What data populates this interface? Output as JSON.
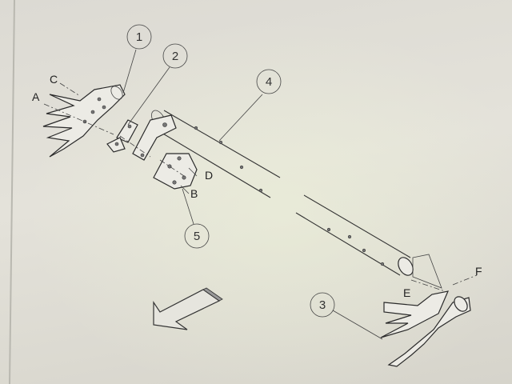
{
  "diagram": {
    "callouts": [
      {
        "id": "1",
        "label": "1"
      },
      {
        "id": "2",
        "label": "2"
      },
      {
        "id": "3",
        "label": "3"
      },
      {
        "id": "4",
        "label": "4"
      },
      {
        "id": "5",
        "label": "5"
      }
    ],
    "letters": {
      "A": "A",
      "B": "B",
      "C": "C",
      "D": "D",
      "E": "E",
      "F": "F"
    }
  }
}
